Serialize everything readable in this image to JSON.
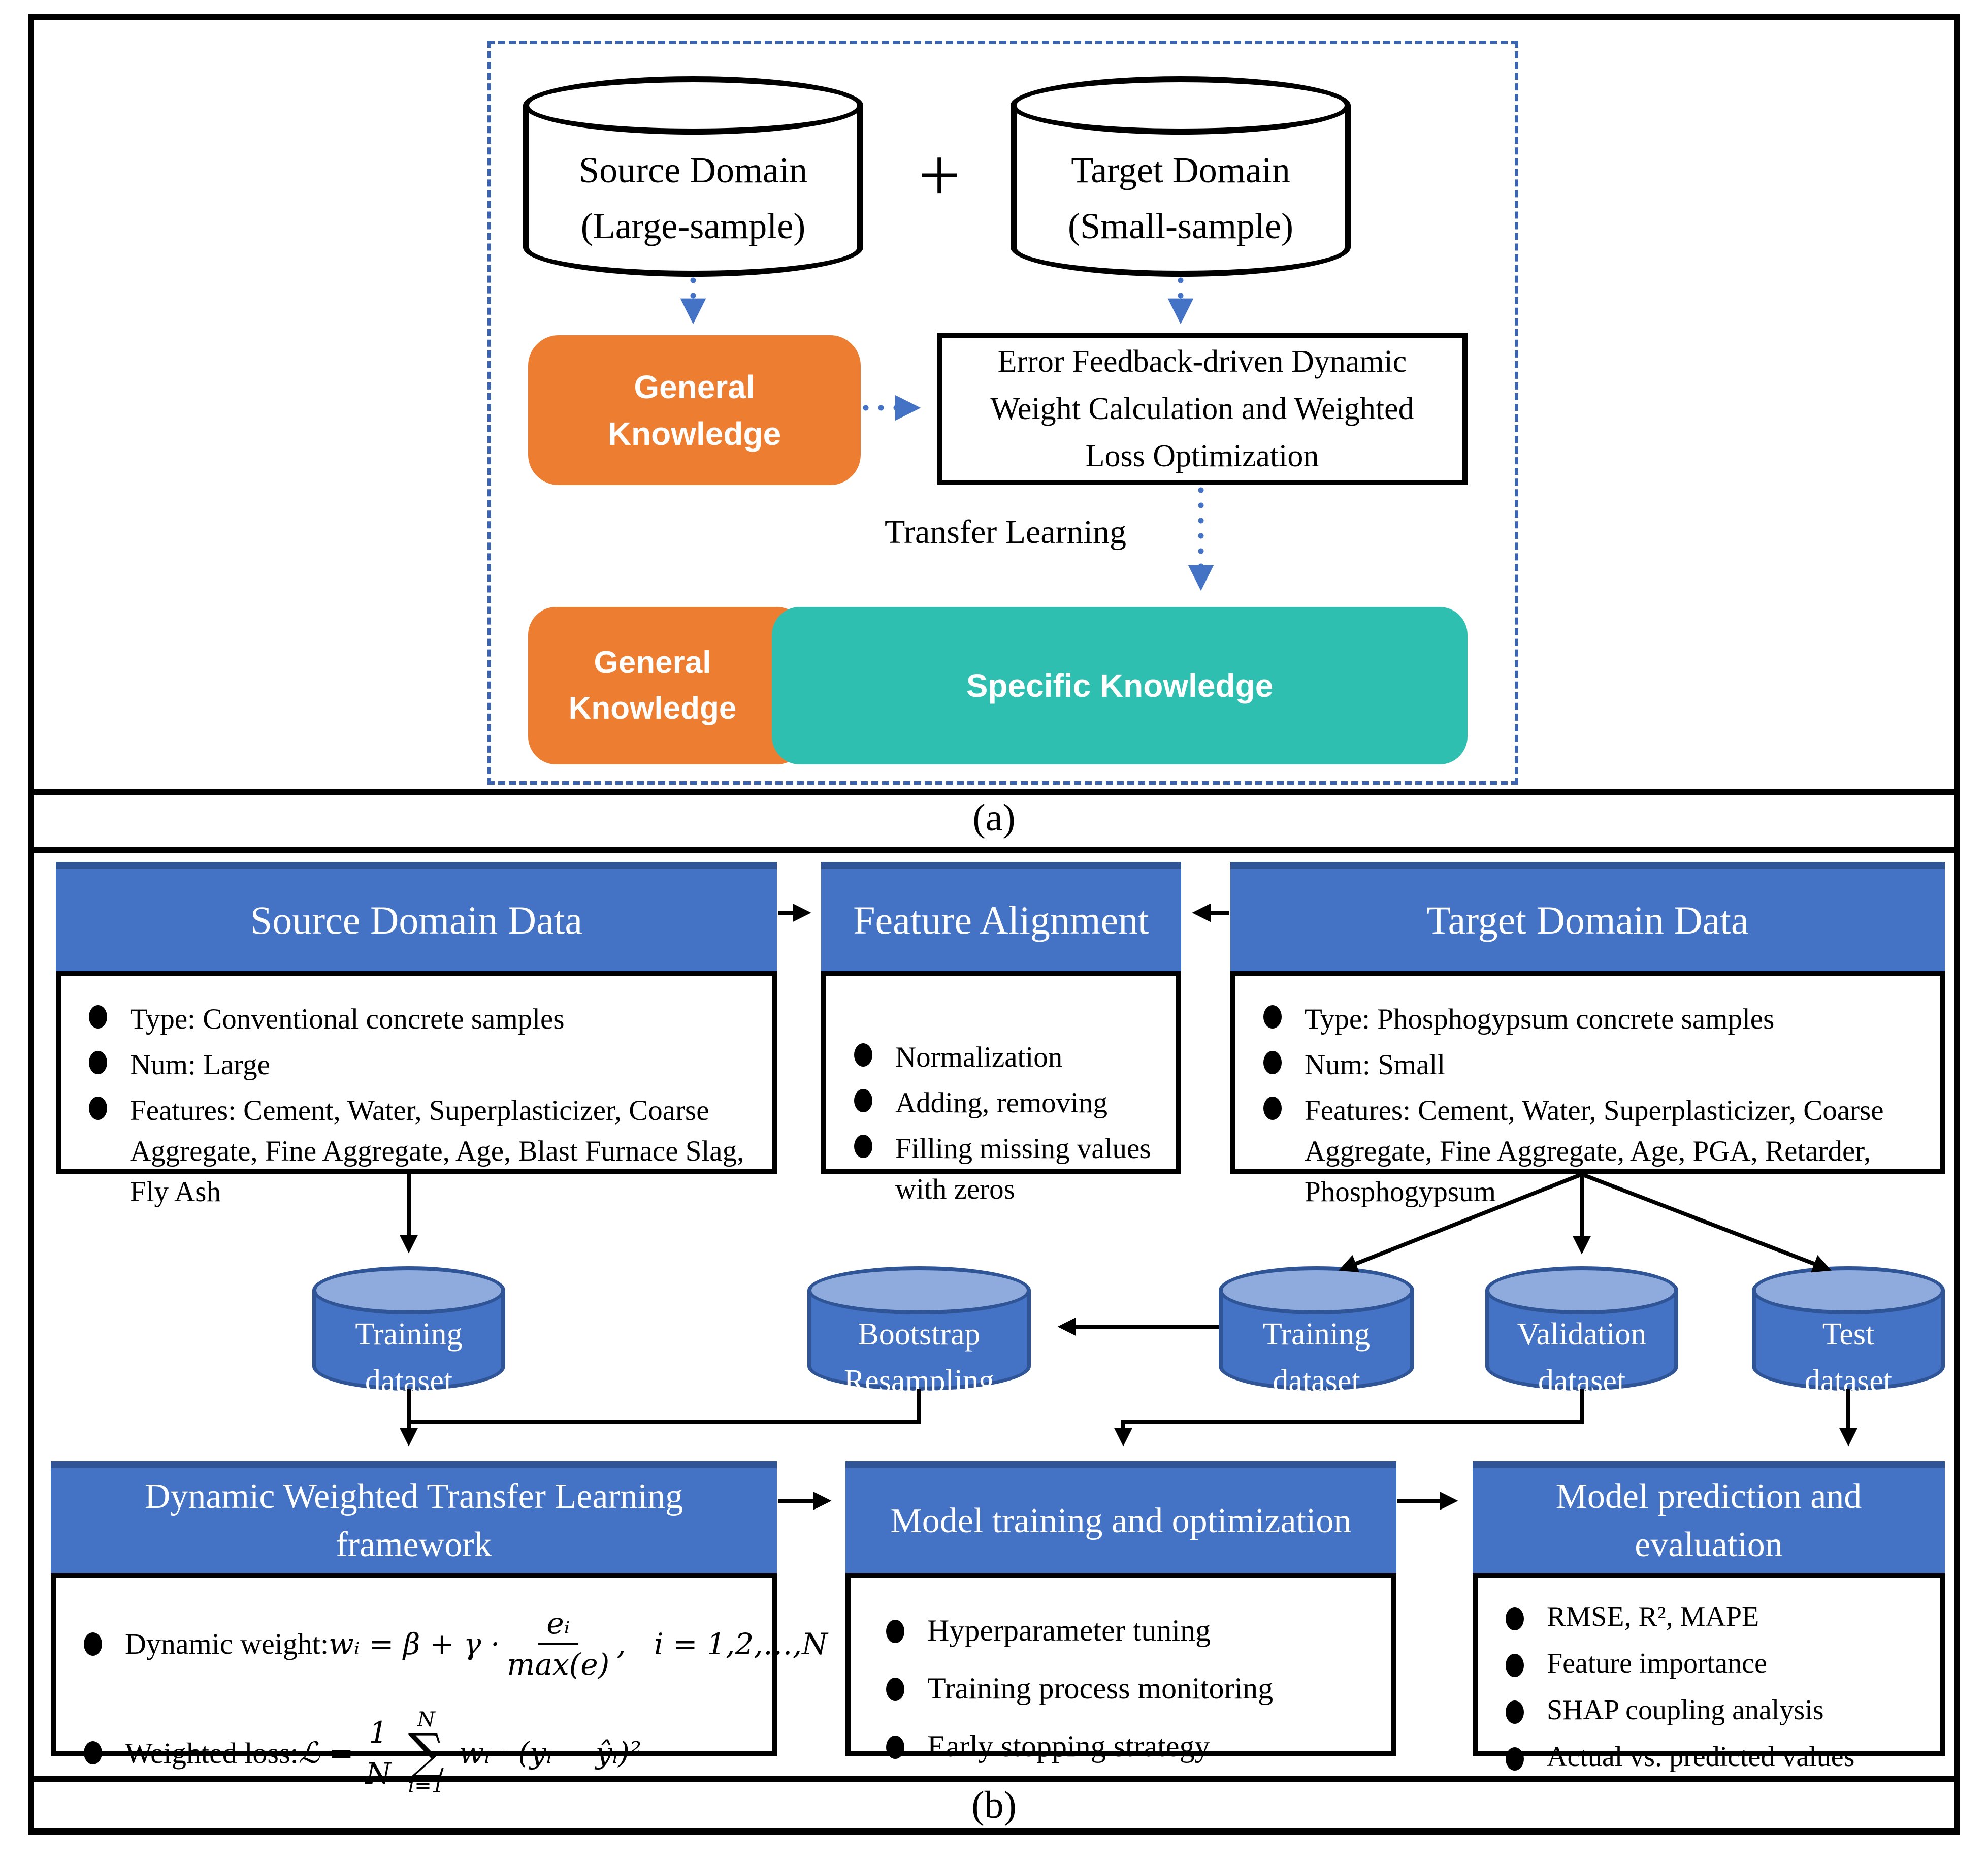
{
  "panel_a": {
    "source_cylinder": {
      "line1": "Source Domain",
      "line2": "(Large-sample)"
    },
    "plus_sign": "+",
    "target_cylinder": {
      "line1": "Target Domain",
      "line2": "(Small-sample)"
    },
    "general_knowledge_box": {
      "line1": "General",
      "line2": "Knowledge"
    },
    "error_feedback_box": {
      "text": "Error Feedback-driven Dynamic Weight Calculation and Weighted Loss Optimization"
    },
    "transfer_learning_label": "Transfer Learning",
    "merged_box": {
      "general": "General Knowledge",
      "specific": "Specific Knowledge"
    },
    "caption": "(a)"
  },
  "panel_b": {
    "source_box": {
      "title": "Source Domain Data",
      "bullets": [
        "Type：Conventional concrete samples",
        "Num：Large",
        "Features：Cement、Water、Superplasticizer、Coarse Aggregate、Fine Aggregate、Age、Blast Furnace Slag、Fly Ash"
      ]
    },
    "feature_box": {
      "title": "Feature Alignment",
      "bullets": [
        "Normalization",
        "Adding, removing",
        "Filling missing values with zeros"
      ]
    },
    "target_box": {
      "title": "Target Domain Data",
      "bullets": [
        "Type：Phosphogypsum concrete samples",
        "Num：Small",
        "Features：Cement、Water、Superplasticizer、Coarse Aggregate、Fine Aggregate、Age、PGA、Retarder、Phosphogypsum"
      ]
    },
    "cylinders": {
      "source_training": {
        "line1": "Training",
        "line2": "dataset"
      },
      "bootstrap": {
        "line1": "Bootstrap",
        "line2": "Resampling"
      },
      "target_training": {
        "line1": "Training",
        "line2": "dataset"
      },
      "validation": {
        "line1": "Validation",
        "line2": "dataset"
      },
      "test": {
        "line1": "Test",
        "line2": "dataset"
      }
    },
    "dynamic_box": {
      "title": "Dynamic Weighted Transfer Learning framework",
      "dynamic_weight": {
        "label": "Dynamic weight：",
        "lhs": "wᵢ = β + γ ·",
        "frac_top": "eᵢ",
        "frac_bottom": "max(e)",
        "rhs": ",   i = 1,2,…,N"
      },
      "weighted_loss": {
        "label": "Weighted loss：",
        "lhs": "ℒ =",
        "frac_top": "1",
        "frac_bottom": "N",
        "sum_symbol": "∑",
        "sum_top": "N",
        "sum_bottom": "i=1",
        "rhs": " wᵢ · (yᵢ − ŷᵢ)²"
      }
    },
    "training_box": {
      "title": "Model training and optimization",
      "bullets": [
        "Hyperparameter tuning",
        "Training process monitoring",
        "Early stopping strategy"
      ]
    },
    "prediction_box": {
      "title": "Model prediction and evaluation",
      "bullets": [
        "RMSE、R²、MAPE",
        "Feature importance",
        "SHAP coupling analysis",
        "Actual vs. predicted values"
      ]
    },
    "caption": "(b)"
  },
  "colors": {
    "header_blue": "#4472C4",
    "header_blue_dark": "#2F5597",
    "cylinder_fill": "#4472C4",
    "cylinder_top": "#8FAADC",
    "orange": "#ED7D31",
    "teal": "#2FBFB0",
    "arrow_blue": "#4472C4",
    "line_black": "#000000"
  }
}
